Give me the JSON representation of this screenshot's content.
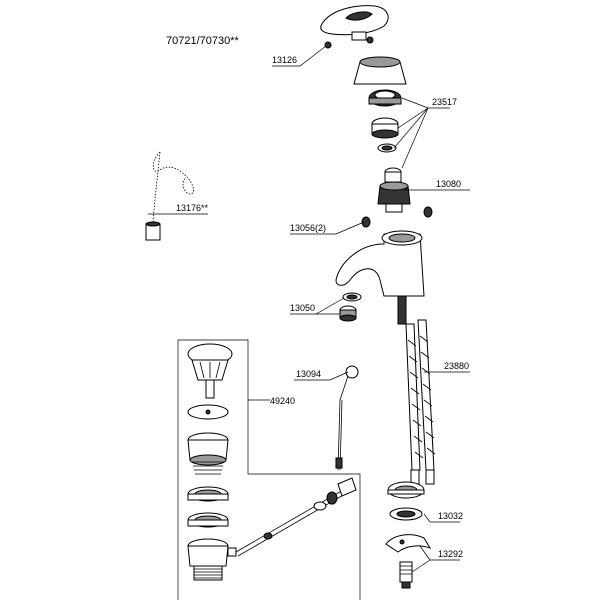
{
  "diagram": {
    "title": "70721/70730**",
    "part_labels": {
      "p13126": "13126",
      "p23517": "23517",
      "p13080": "13080",
      "p13176": "13176**",
      "p13056": "13056(2)",
      "p13050": "13050",
      "p13094": "13094",
      "p49240": "49240",
      "p23880": "23880",
      "p13032": "13032",
      "p13292": "13292"
    }
  }
}
